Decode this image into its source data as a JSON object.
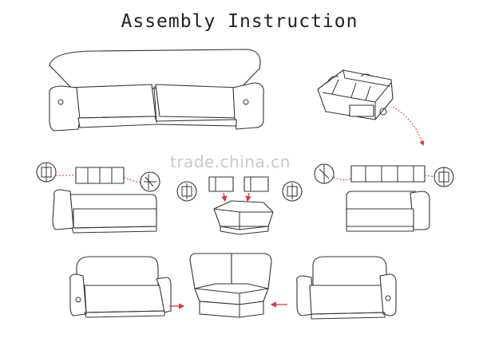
{
  "title": "Assembly Instruction",
  "watermark": "trade.china.cn",
  "icons": {
    "corner_sofa": "corner-sectional-sofa",
    "mechanism": "recliner-mechanism",
    "left_section": "left-loveseat-section",
    "right_section": "right-loveseat-section",
    "corner_seat": "corner-wedge-seat",
    "bracket_detail": "bracket-detail-circle"
  },
  "colors": {
    "line": "#333333",
    "arrow": "#e03030",
    "watermark": "#c9c9c9"
  }
}
